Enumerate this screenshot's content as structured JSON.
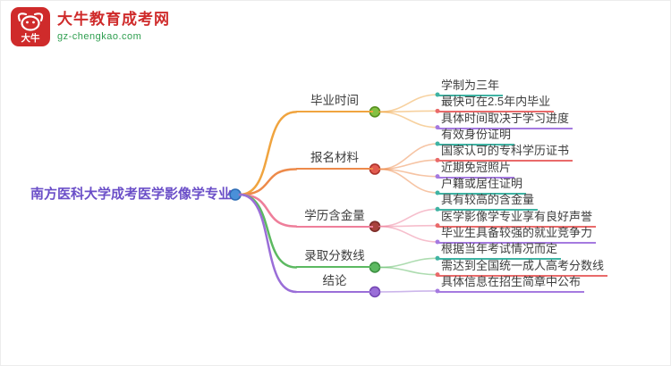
{
  "logo": {
    "title": "大牛教育成考网",
    "domain": "gz-chengkao.com",
    "badge_text": "大牛",
    "badge_color": "#cf2b2b",
    "title_color": "#cf2b2b",
    "domain_color": "#2e9e4f"
  },
  "mindmap": {
    "root": {
      "label": "南方医科大学成考医学影像学专业",
      "text_color": "#6b4fc8",
      "node_color": "#4a90d9",
      "node_border": "#2e6cb5"
    },
    "branches": [
      {
        "label": "毕业时间",
        "line_color": "#f0a43f",
        "underline_color": "#f0a43f",
        "node_color": "#84c142",
        "node_border": "#568f1f",
        "children": [
          {
            "label": "学制为三年",
            "underline_color": "#3fb3a3"
          },
          {
            "label": "最快可在2.5年内毕业",
            "underline_color": "#e96a6a"
          },
          {
            "label": "具体时间取决于学习进度",
            "underline_color": "#a57ae0"
          }
        ]
      },
      {
        "label": "报名材料",
        "line_color": "#ed8a4a",
        "underline_color": "#ed8a4a",
        "node_color": "#e25b50",
        "node_border": "#ad342c",
        "children": [
          {
            "label": "有效身份证明",
            "underline_color": "#3fb3a3"
          },
          {
            "label": "国家认可的专科学历证书",
            "underline_color": "#e96a6a"
          },
          {
            "label": "近期免冠照片",
            "underline_color": "#a57ae0"
          },
          {
            "label": "户籍或居住证明",
            "underline_color": "#3fb3a3"
          }
        ]
      },
      {
        "label": "学历含金量",
        "line_color": "#ee7e9a",
        "underline_color": "#ee7e9a",
        "node_color": "#a8423c",
        "node_border": "#7c2c28",
        "children": [
          {
            "label": "具有较高的含金量",
            "underline_color": "#3fb3a3"
          },
          {
            "label": "医学影像学专业享有良好声誉",
            "underline_color": "#e96a6a"
          },
          {
            "label": "毕业生具备较强的就业竞争力",
            "underline_color": "#a57ae0"
          }
        ]
      },
      {
        "label": "录取分数线",
        "line_color": "#5cb961",
        "underline_color": "#5cb961",
        "node_color": "#5cb961",
        "node_border": "#3c8f41",
        "children": [
          {
            "label": "根据当年考试情况而定",
            "underline_color": "#3fb3a3"
          },
          {
            "label": "需达到全国统一成人高考分数线",
            "underline_color": "#e96a6a"
          }
        ]
      },
      {
        "label": "结论",
        "line_color": "#9a6ed8",
        "underline_color": "#9a6ed8",
        "node_color": "#9a6ed8",
        "node_border": "#7447b3",
        "children": [
          {
            "label": "具体信息在招生简章中公布",
            "underline_color": "#a57ae0"
          }
        ]
      }
    ]
  }
}
